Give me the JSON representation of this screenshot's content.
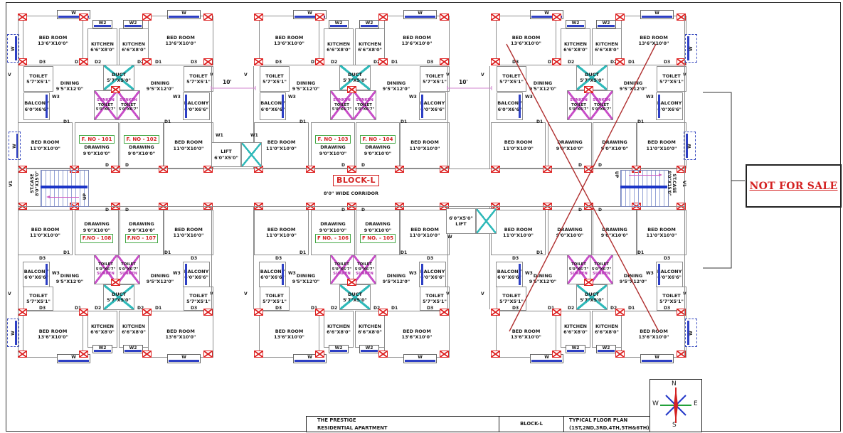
{
  "plan": {
    "block_label": "BLOCK-L",
    "corridor_label": "8'0\" WIDE CORRIDOR",
    "dim_label": "10'",
    "room_types": {
      "bed_big": {
        "name": "BED ROOM",
        "dims": "13'6\"X10'0\""
      },
      "bed_small": {
        "name": "BED ROOM",
        "dims": "11'0\"X10'0\""
      },
      "kitchen": {
        "name": "KITCHEN",
        "dims": "6'6\"X8'0\""
      },
      "toilet": {
        "name": "TOILET",
        "dims": "5'7\"X5'1\""
      },
      "toilet_s": {
        "name": "TOILET",
        "dims": "5'0\"X6'7\""
      },
      "sunken": {
        "name": "SUNKEN"
      },
      "duct": {
        "name": "DUCT",
        "dims": "5'7\"X5'0\""
      },
      "dining": {
        "name": "DINING",
        "dims": "9'5\"X12'0\""
      },
      "balcony": {
        "name": "BALCONY",
        "dims": "6'0\"X6'6\""
      },
      "drawing": {
        "name": "DRAWING",
        "dims": "9'0\"X10'0\""
      },
      "lift": {
        "name": "LIFT",
        "dims": "6'0\"X5'0\""
      },
      "stair": {
        "name": "ST.CASE",
        "dims": "8'0\"X15'0\""
      }
    },
    "flats": {
      "s0_top": [
        "F. NO - 101",
        "F. NO - 102"
      ],
      "s1_top": [
        "F. NO - 103",
        "F. NO - 104"
      ],
      "s0_bot": [
        "F.NO - 108",
        "F.NO - 107"
      ],
      "s1_bot": [
        "F NO. - 106",
        "F NO. - 105"
      ]
    },
    "tags": {
      "d": "D",
      "d1": "D1",
      "d2": "D2",
      "d3": "D3",
      "w": "W",
      "w1": "W1",
      "w2": "W2",
      "w3": "W3",
      "v": "V",
      "v1": "V1",
      "up": "UP"
    }
  },
  "note": {
    "text": "NOT FOR SALE"
  },
  "title_block": {
    "project_line1": "THE PRESTIGE",
    "project_line2": "RESIDENTIAL APARTMENT",
    "block": "BLOCK-L",
    "plan_line1": "TYPICAL FLOOR PLAN",
    "plan_line2": "(1ST,2ND,3RD,4TH,5TH&6TH)"
  },
  "compass": {
    "n": "N",
    "e": "E",
    "s": "S",
    "w": "W"
  },
  "colors": {
    "flat_red": "#d42222",
    "flat_green": "#46a846",
    "wall_marker": "#dd2222",
    "window_blue": "#2d3fc4",
    "duct_cyan": "#2fb9b9",
    "sunken_magenta": "#c84fc8",
    "cross_red": "#b03030"
  }
}
